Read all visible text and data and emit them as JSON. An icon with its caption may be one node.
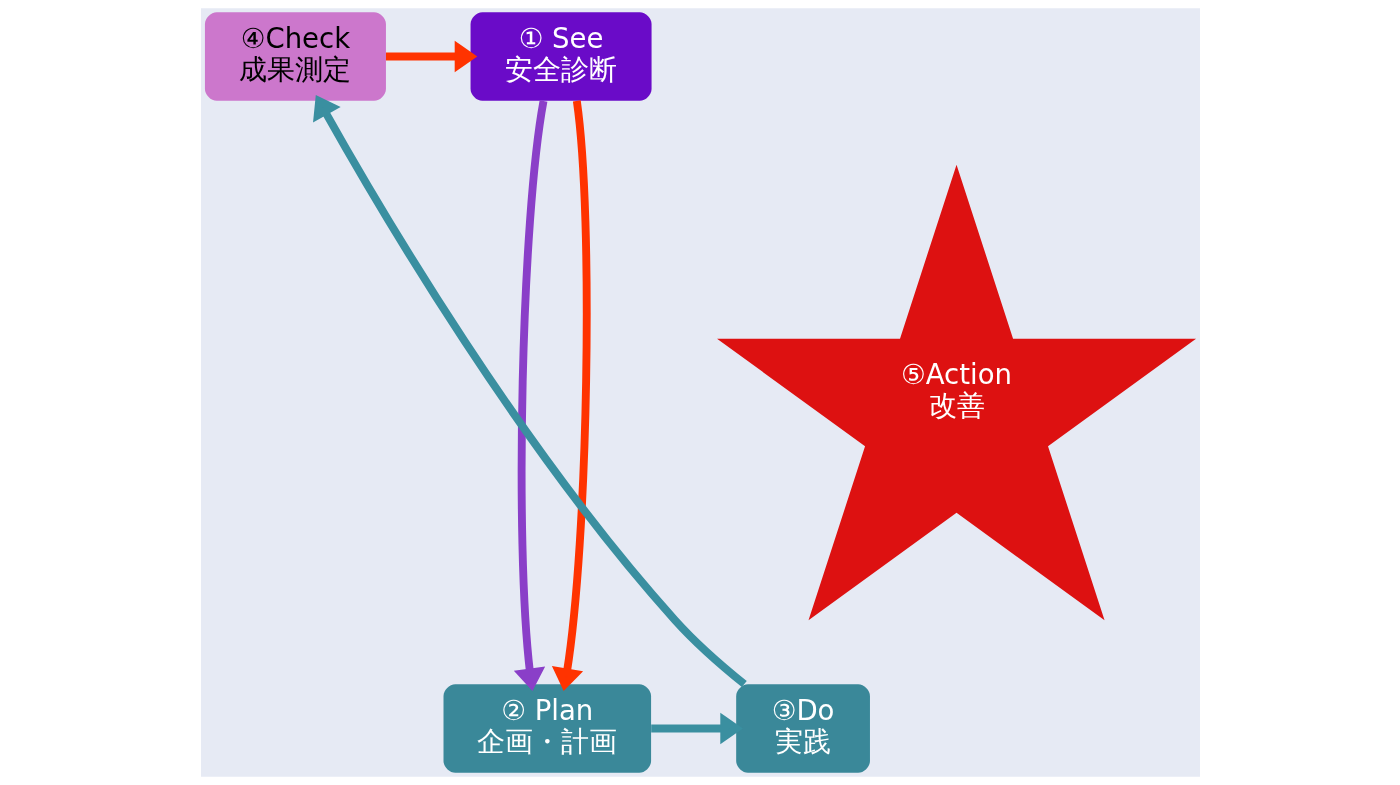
{
  "diagram": {
    "nodes": [
      {
        "text": [
          "① See",
          "安全診断"
        ]
      },
      {
        "text": [
          "④Check",
          "成果測定"
        ]
      },
      {
        "text": [
          "⑤Action",
          "改善"
        ]
      },
      {
        "text": [
          "② Plan",
          "企画・計画"
        ]
      },
      {
        "text": [
          "③Do",
          "実践"
        ]
      }
    ],
    "edges": [
      {
        "from": 1,
        "to": 0,
        "arrow": "to",
        "color": "#ff3300"
      },
      {
        "from": 0,
        "to": 3,
        "arrow": "to",
        "color": "#8a3fc8"
      },
      {
        "from": 0,
        "to": 3,
        "arrow": "to",
        "color": "#ff3300"
      },
      {
        "from": 3,
        "to": 4,
        "arrow": "to",
        "color": "#3a8fa0"
      },
      {
        "from": 4,
        "to": 1,
        "arrow": "to",
        "color": "#3a8fa0"
      }
    ]
  }
}
